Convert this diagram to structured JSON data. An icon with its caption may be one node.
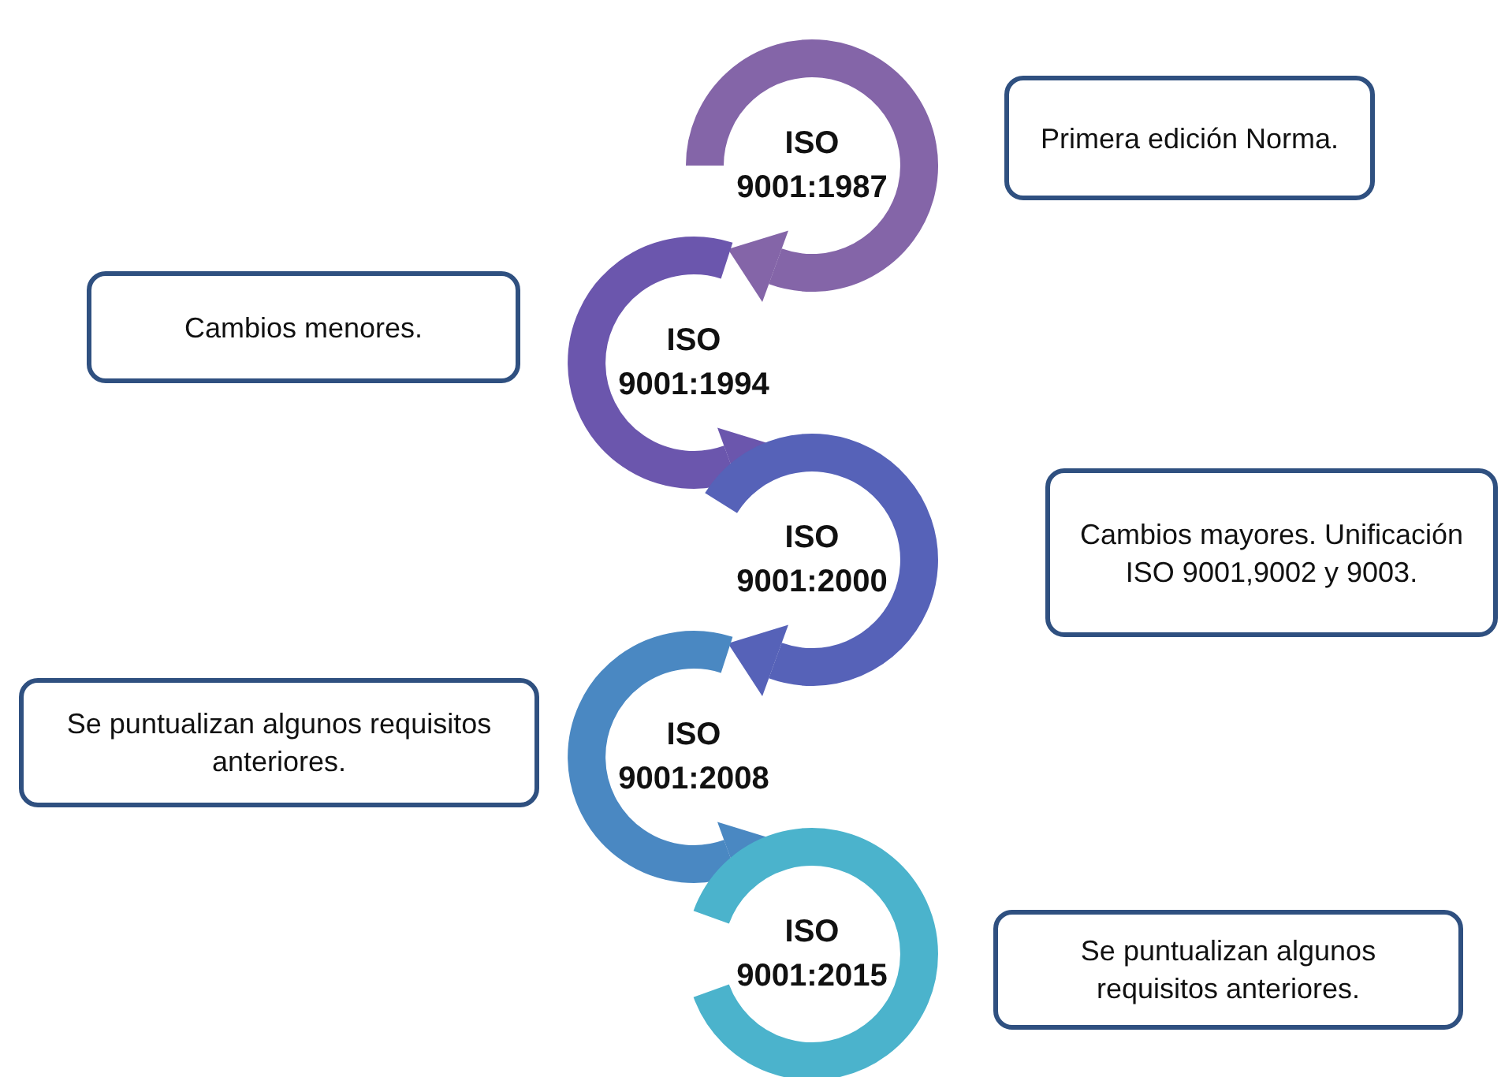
{
  "diagram": {
    "nodes": [
      {
        "text": [
          "ISO 9001:1987"
        ]
      },
      {
        "text": [
          "Primera edición Norma."
        ]
      },
      {
        "text": [
          "Cambios menores."
        ]
      },
      {
        "text": [
          "ISO 9001:1994"
        ]
      },
      {
        "text": [
          "ISO 9001:2000"
        ]
      },
      {
        "text": [
          "Cambios mayores. Unificación ISO 9001,9002 y 9003."
        ]
      },
      {
        "text": [
          "Se puntualizan algunos requisitos anteriores."
        ]
      },
      {
        "text": [
          "ISO 9001:2008"
        ]
      },
      {
        "text": [
          "ISO 9001:2015"
        ]
      },
      {
        "text": [
          "Se puntualizan algunos requisitos anteriores."
        ]
      }
    ]
  }
}
